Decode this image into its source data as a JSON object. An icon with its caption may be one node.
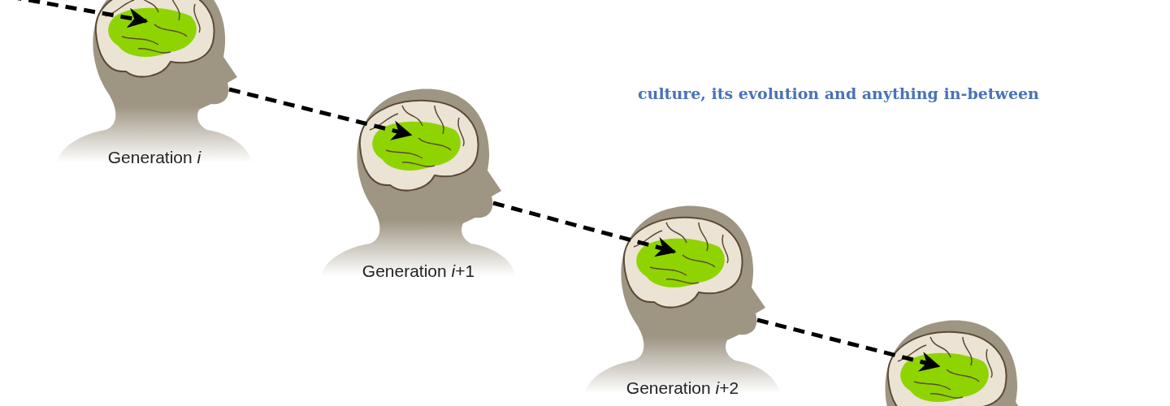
{
  "diagram": {
    "nodes": [
      {
        "text": [
          "Generation *i*"
        ]
      },
      {
        "text": [
          "Generation *i*+1"
        ]
      },
      {
        "text": [
          "Generation *i*+2"
        ]
      },
      {
        "text": [],
        "shape": "picture"
      }
    ],
    "edges": [
      {
        "from": null,
        "to": 0,
        "arrow": "to",
        "style": "dashed"
      },
      {
        "from": 0,
        "to": 1,
        "arrow": "to",
        "style": "dashed"
      },
      {
        "from": 1,
        "to": 2,
        "arrow": "to",
        "style": "dashed"
      },
      {
        "from": 2,
        "to": 3,
        "arrow": "to",
        "style": "dashed"
      }
    ],
    "labels": [
      "culture, its evolution and anything in-between"
    ]
  }
}
